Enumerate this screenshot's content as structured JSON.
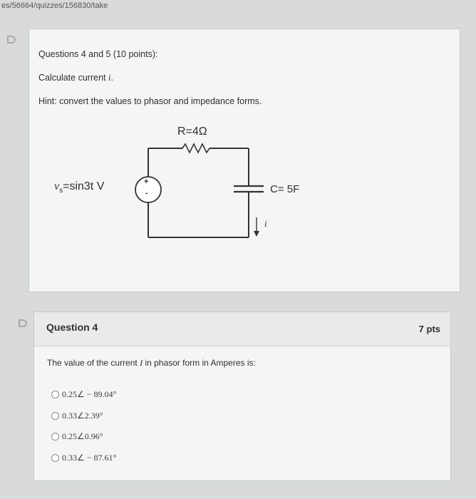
{
  "url": "es/56664/quizzes/156830/take",
  "intro": {
    "heading": "Questions 4 and 5 (10 points):",
    "instruction_prefix": "Calculate current",
    "instruction_var": "i",
    "hint": "Hint: convert the values to phasor and impedance forms."
  },
  "circuit": {
    "resistor_label": "R=4Ω",
    "source_label_var": "v",
    "source_label_sub": "s",
    "source_label_rest": "=sin3t V",
    "capacitor_label": "C= 5F",
    "current_label": "i",
    "plus": "+",
    "minus": "-"
  },
  "question": {
    "title": "Question 4",
    "points": "7 pts",
    "prompt_prefix": "The value of the current",
    "prompt_var": "I",
    "prompt_suffix": "in phasor form in Amperes is:",
    "options": [
      "0.25∠ − 89.04°",
      "0.33∠2.39°",
      "0.25∠0.96°",
      "0.33∠ − 87.61°"
    ]
  },
  "colors": {
    "card_bg": "#f4f5f5",
    "page_bg": "#d9dadb",
    "header_bg": "#e9eaeb"
  }
}
